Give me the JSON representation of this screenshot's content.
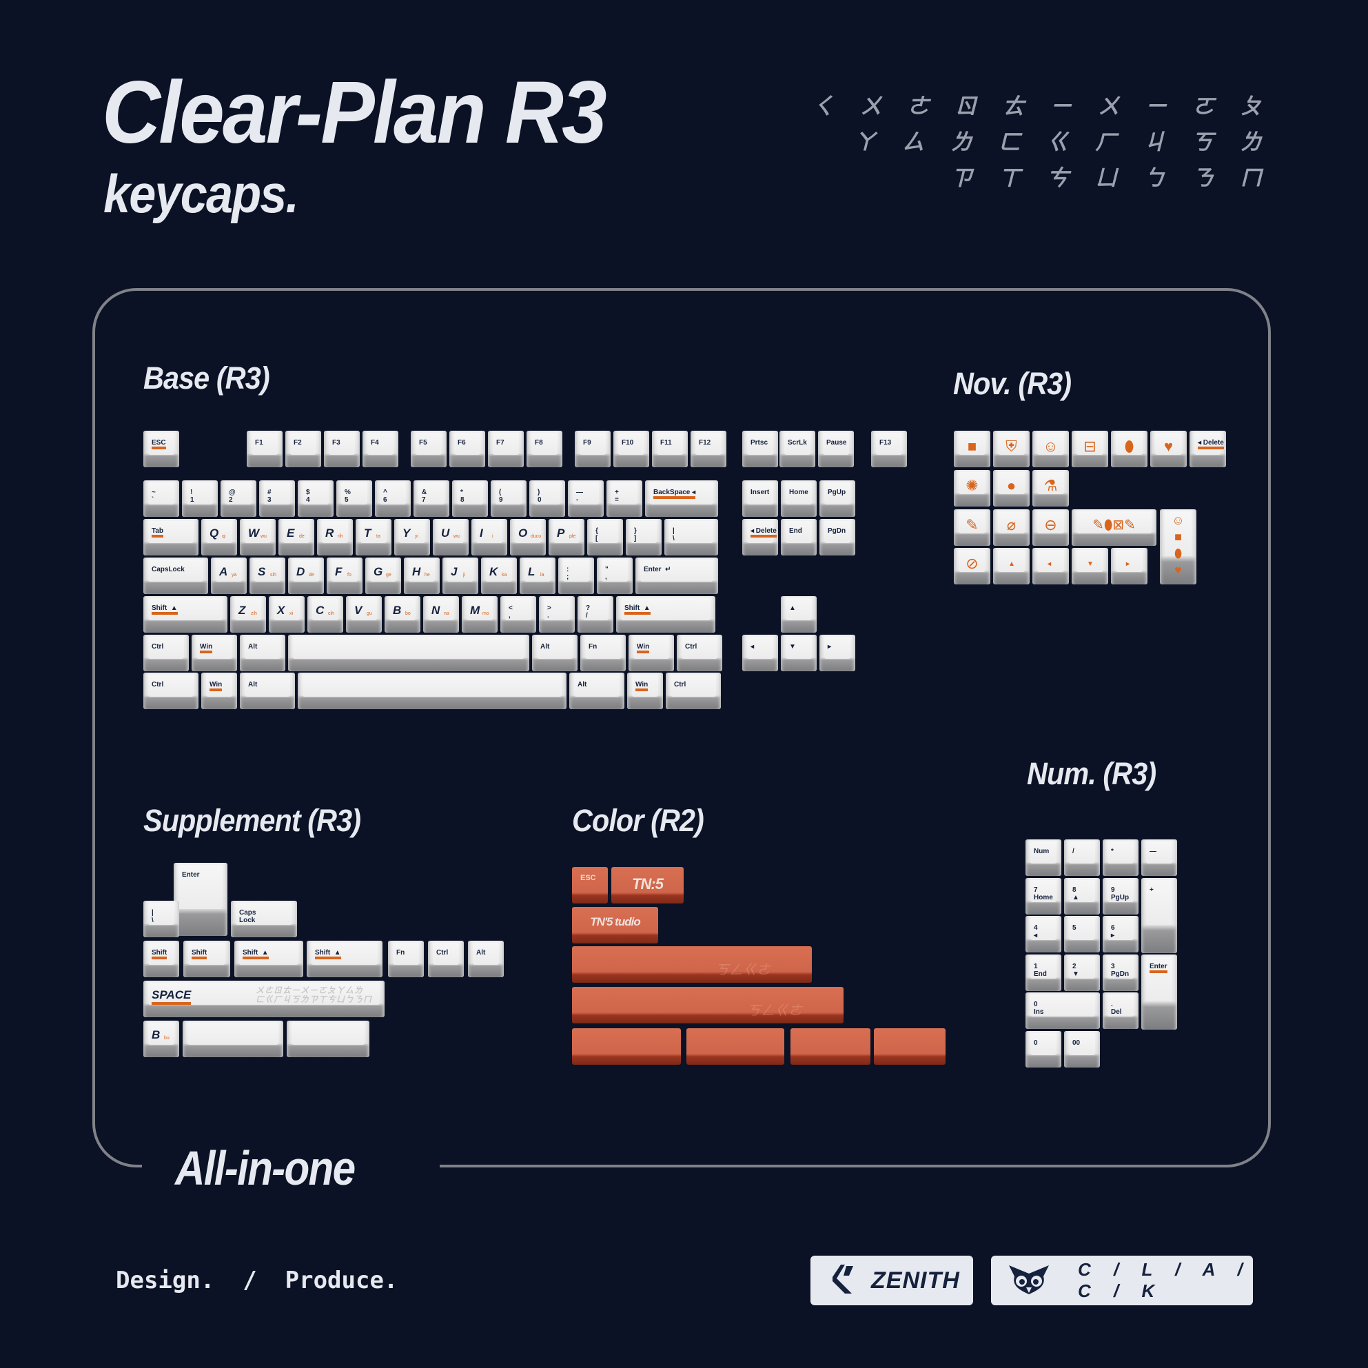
{
  "header": {
    "title": "Clear-Plan R3",
    "subtitle": "keycaps.",
    "glyph_rows": [
      [
        "ㄑ",
        "ㄨ",
        "ㄜ",
        "ㄖ",
        "ㄊ",
        "ㄧ",
        "ㄨ",
        "ㄧ",
        "ㄛ",
        "ㄆ"
      ],
      [
        "ㄚ",
        "ㄙ",
        "ㄌ",
        "ㄈ",
        "ㄍ",
        "ㄏ",
        "ㄐ",
        "ㄎ",
        "ㄌ"
      ],
      [
        "ㄗ",
        "ㄒ",
        "ㄘ",
        "ㄩ",
        "ㄅ",
        "ㄋ",
        "ㄇ"
      ]
    ]
  },
  "sections": {
    "base": "Base (R3)",
    "novelty": "Nov. (R3)",
    "supplement": "Supplement  (R3)",
    "color": "Color (R2)",
    "numpad": "Num.  (R3)"
  },
  "base_keys": {
    "f_row": [
      "ESC",
      "F1",
      "F2",
      "F3",
      "F4",
      "F5",
      "F6",
      "F7",
      "F8",
      "F9",
      "F10",
      "F11",
      "F12",
      "Prtsc",
      "ScrLk",
      "Pause",
      "F13"
    ],
    "num_row": [
      [
        "~",
        "`"
      ],
      [
        "!",
        "1"
      ],
      [
        "@",
        "2"
      ],
      [
        "#",
        "3"
      ],
      [
        "$",
        "4"
      ],
      [
        "%",
        "5"
      ],
      [
        "^",
        "6"
      ],
      [
        "&",
        "7"
      ],
      [
        "*",
        "8"
      ],
      [
        "(",
        "9"
      ],
      [
        ")",
        "0"
      ],
      [
        "—",
        "-"
      ],
      [
        "+",
        "="
      ],
      [
        "BackSpace ◂",
        ""
      ]
    ],
    "nav_row1": [
      "Insert",
      "Home",
      "PgUp"
    ],
    "nav_row2": [
      "◂ Delete",
      "End",
      "PgDn"
    ],
    "q_row": [
      "Tab",
      "Q",
      "W",
      "E",
      "R",
      "T",
      "Y",
      "U",
      "I",
      "O",
      "P",
      "{\n[",
      "}\n]",
      "|\n\\"
    ],
    "q_row_sub": [
      "",
      "qi",
      "wu",
      "de",
      "rih",
      "ta",
      "yi",
      "wu",
      "i",
      "ducu",
      "ple",
      "",
      "",
      ""
    ],
    "a_row": [
      "CapsLock",
      "A",
      "S",
      "D",
      "F",
      "G",
      "H",
      "J",
      "K",
      "L",
      ":\n;",
      "\"\n,",
      "Enter  ↵"
    ],
    "a_row_sub": [
      "",
      "ya",
      "sih",
      "de",
      "fo",
      "ge",
      "he",
      "ji",
      "ka",
      "la",
      "",
      "",
      ""
    ],
    "z_row": [
      "Shift  ▲",
      "Z",
      "X",
      "C",
      "V",
      "B",
      "N",
      "M",
      "<\n,",
      ">\n.",
      "?\n/",
      "Shift  ▲"
    ],
    "z_row_sub": [
      "",
      "zih",
      "xi",
      "cih",
      "gu",
      "bo",
      "na",
      "mo",
      "",
      "",
      "",
      ""
    ],
    "mod_row1": [
      "Ctrl",
      "Win",
      "Alt",
      "",
      "Alt",
      "Fn",
      "Win",
      "Ctrl"
    ],
    "mod_row2": [
      "Ctrl",
      "Win",
      "Alt",
      "",
      "Alt",
      "Win",
      "Ctrl"
    ],
    "arrows": [
      "▲",
      "◂",
      "▼",
      "▸"
    ]
  },
  "novelty_keys": {
    "row1": [
      "briefcase-icon",
      "shield-plus-icon",
      "smiley-icon",
      "bandage-box-icon",
      "capsule-icon",
      "heartbeat-icon",
      "◂ Delete"
    ],
    "row2": [
      "virus-icon",
      "drop-icon",
      "flask-icon"
    ],
    "row3": [
      "syringe-icon",
      "test-tube-icon",
      "mask-icon",
      "medical-kit-icon"
    ],
    "row4": [
      "bandage-icon",
      "▲",
      "◂",
      "▼",
      "▸"
    ],
    "vertical": [
      "smiley-icon",
      "briefcase-icon",
      "capsule-icon",
      "heartbeat-icon"
    ]
  },
  "supplement_keys": {
    "enter": "Enter",
    "pipe": "|\n\\",
    "caps": "Caps\nLock",
    "shifts": [
      "Shift",
      "Shift",
      "Shift  ▲",
      "Shift  ▲"
    ],
    "mods": [
      "Fn",
      "Ctrl",
      "Alt"
    ],
    "space": "SPACE",
    "space_glyphs": "ㄨㄜㄖㄊㄧㄨㄧㄛㄆㄚㄙㄌ\nㄈㄍㄏㄐㄎㄌㄗㄒㄘㄩㄅㄋㄇ",
    "b_key": "B",
    "b_sub": "bu"
  },
  "color_keys": {
    "esc": "ESC",
    "logo_short": "TN:5",
    "logo_long": "TN'5 tudio",
    "ghost_text": "ㄎㄥㄍㄜ"
  },
  "numpad_keys": {
    "row1": [
      "Num",
      "/",
      "*",
      "—"
    ],
    "row2": [
      "7\nHome",
      "8\n▲",
      "9\nPgUp"
    ],
    "plus": "+",
    "row3": [
      "4\n◂",
      "5",
      "6\n▸"
    ],
    "row4": [
      "1\nEnd",
      "2\n▼",
      "3\nPgDn"
    ],
    "enter": "Enter",
    "row5": [
      "0\nIns",
      ".\nDel"
    ],
    "row6": [
      "0",
      "00"
    ]
  },
  "footer": {
    "tag": "All-in-one",
    "credits": "Design.  /  Produce.",
    "brand1": "ZENITH",
    "brand2": "C / L / A / C / K"
  },
  "colors": {
    "background": "#0b1225",
    "accent": "#d9641c",
    "keycap": "#ececec",
    "legend": "#16213d",
    "color_keycap": "#d86f52"
  }
}
